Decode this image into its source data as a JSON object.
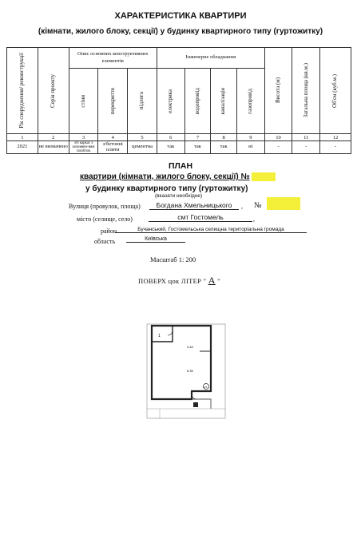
{
  "header": {
    "title": "ХАРАКТЕРИСТИКА КВАРТИРИ",
    "subtitle": "(кімнати, жилого блоку, секції) у будинку квартирного типу (гуртожитку)"
  },
  "table": {
    "col_year": "Рік спорудження/ реконструкції",
    "col_series": "Серія проекту",
    "group_structural": "Опис основних конструктивних елементів",
    "group_engineering": "Інженерне обладнання",
    "col_walls": "стіни",
    "col_ceilings": "перекриття",
    "col_floors": "підлога",
    "col_electric": "електрика",
    "col_water": "водопровід",
    "col_sewer": "каналізація",
    "col_gas": "газопровід",
    "col_height": "Висота (м)",
    "col_area": "Загальна площа (кв.м.)",
    "col_volume": "Об'єм (куб.м.)",
    "numbers": [
      "1",
      "2",
      "3",
      "4",
      "5",
      "6",
      "7",
      "8",
      "9",
      "10",
      "11",
      "12"
    ],
    "values": [
      "2021",
      "не визначено",
      "з/б каркас з заповнен-ням газоблок",
      "з/бетонні плити",
      "цементна",
      "так",
      "так",
      "так",
      "ні",
      "-",
      "-",
      "-"
    ]
  },
  "plan": {
    "title": "ПЛАН",
    "line1": "квартири (кімнати, жилого блоку, секції) №",
    "line2": "у будинку квартирного типу (гуртожитку)",
    "note": "(вказати необхідне)",
    "street_label": "Вулиця (провулок, площа)",
    "street_value": "Богдана Хмельницького",
    "no_label": "№",
    "city_label": "місто (селище, село)",
    "city_value": "смт Гостомель",
    "district_label": "район",
    "district_value": "Бучанський, Гостомельська селищна територіальна громада",
    "region_label": "область",
    "region_value": "Київська",
    "scale": "Масштаб 1: 200",
    "floor_prefix": "ПОВЕРХ цок ЛІТЕР",
    "floor_letter": "А"
  },
  "drawing": {
    "dim_a": "4.44",
    "dim_b": "6.39",
    "room_label": "1",
    "stair_label": "1/4"
  },
  "colors": {
    "highlight": "#f4f03a"
  }
}
